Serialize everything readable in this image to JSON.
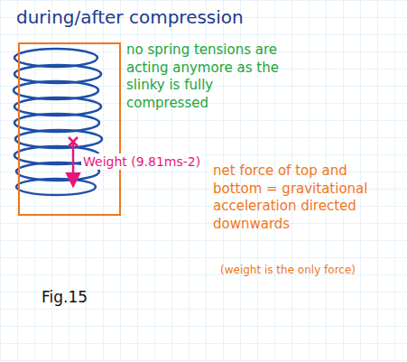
{
  "diagram": {
    "title": "during/after compression",
    "caption": "Fig.15",
    "labels": [
      "no spring tensions are acting anymore as the slinky is fully compressed",
      "Weight (9.81ms-2)",
      "net force of top and bottom = gravitational acceleration directed downwards",
      "(weight is the only force)"
    ]
  }
}
